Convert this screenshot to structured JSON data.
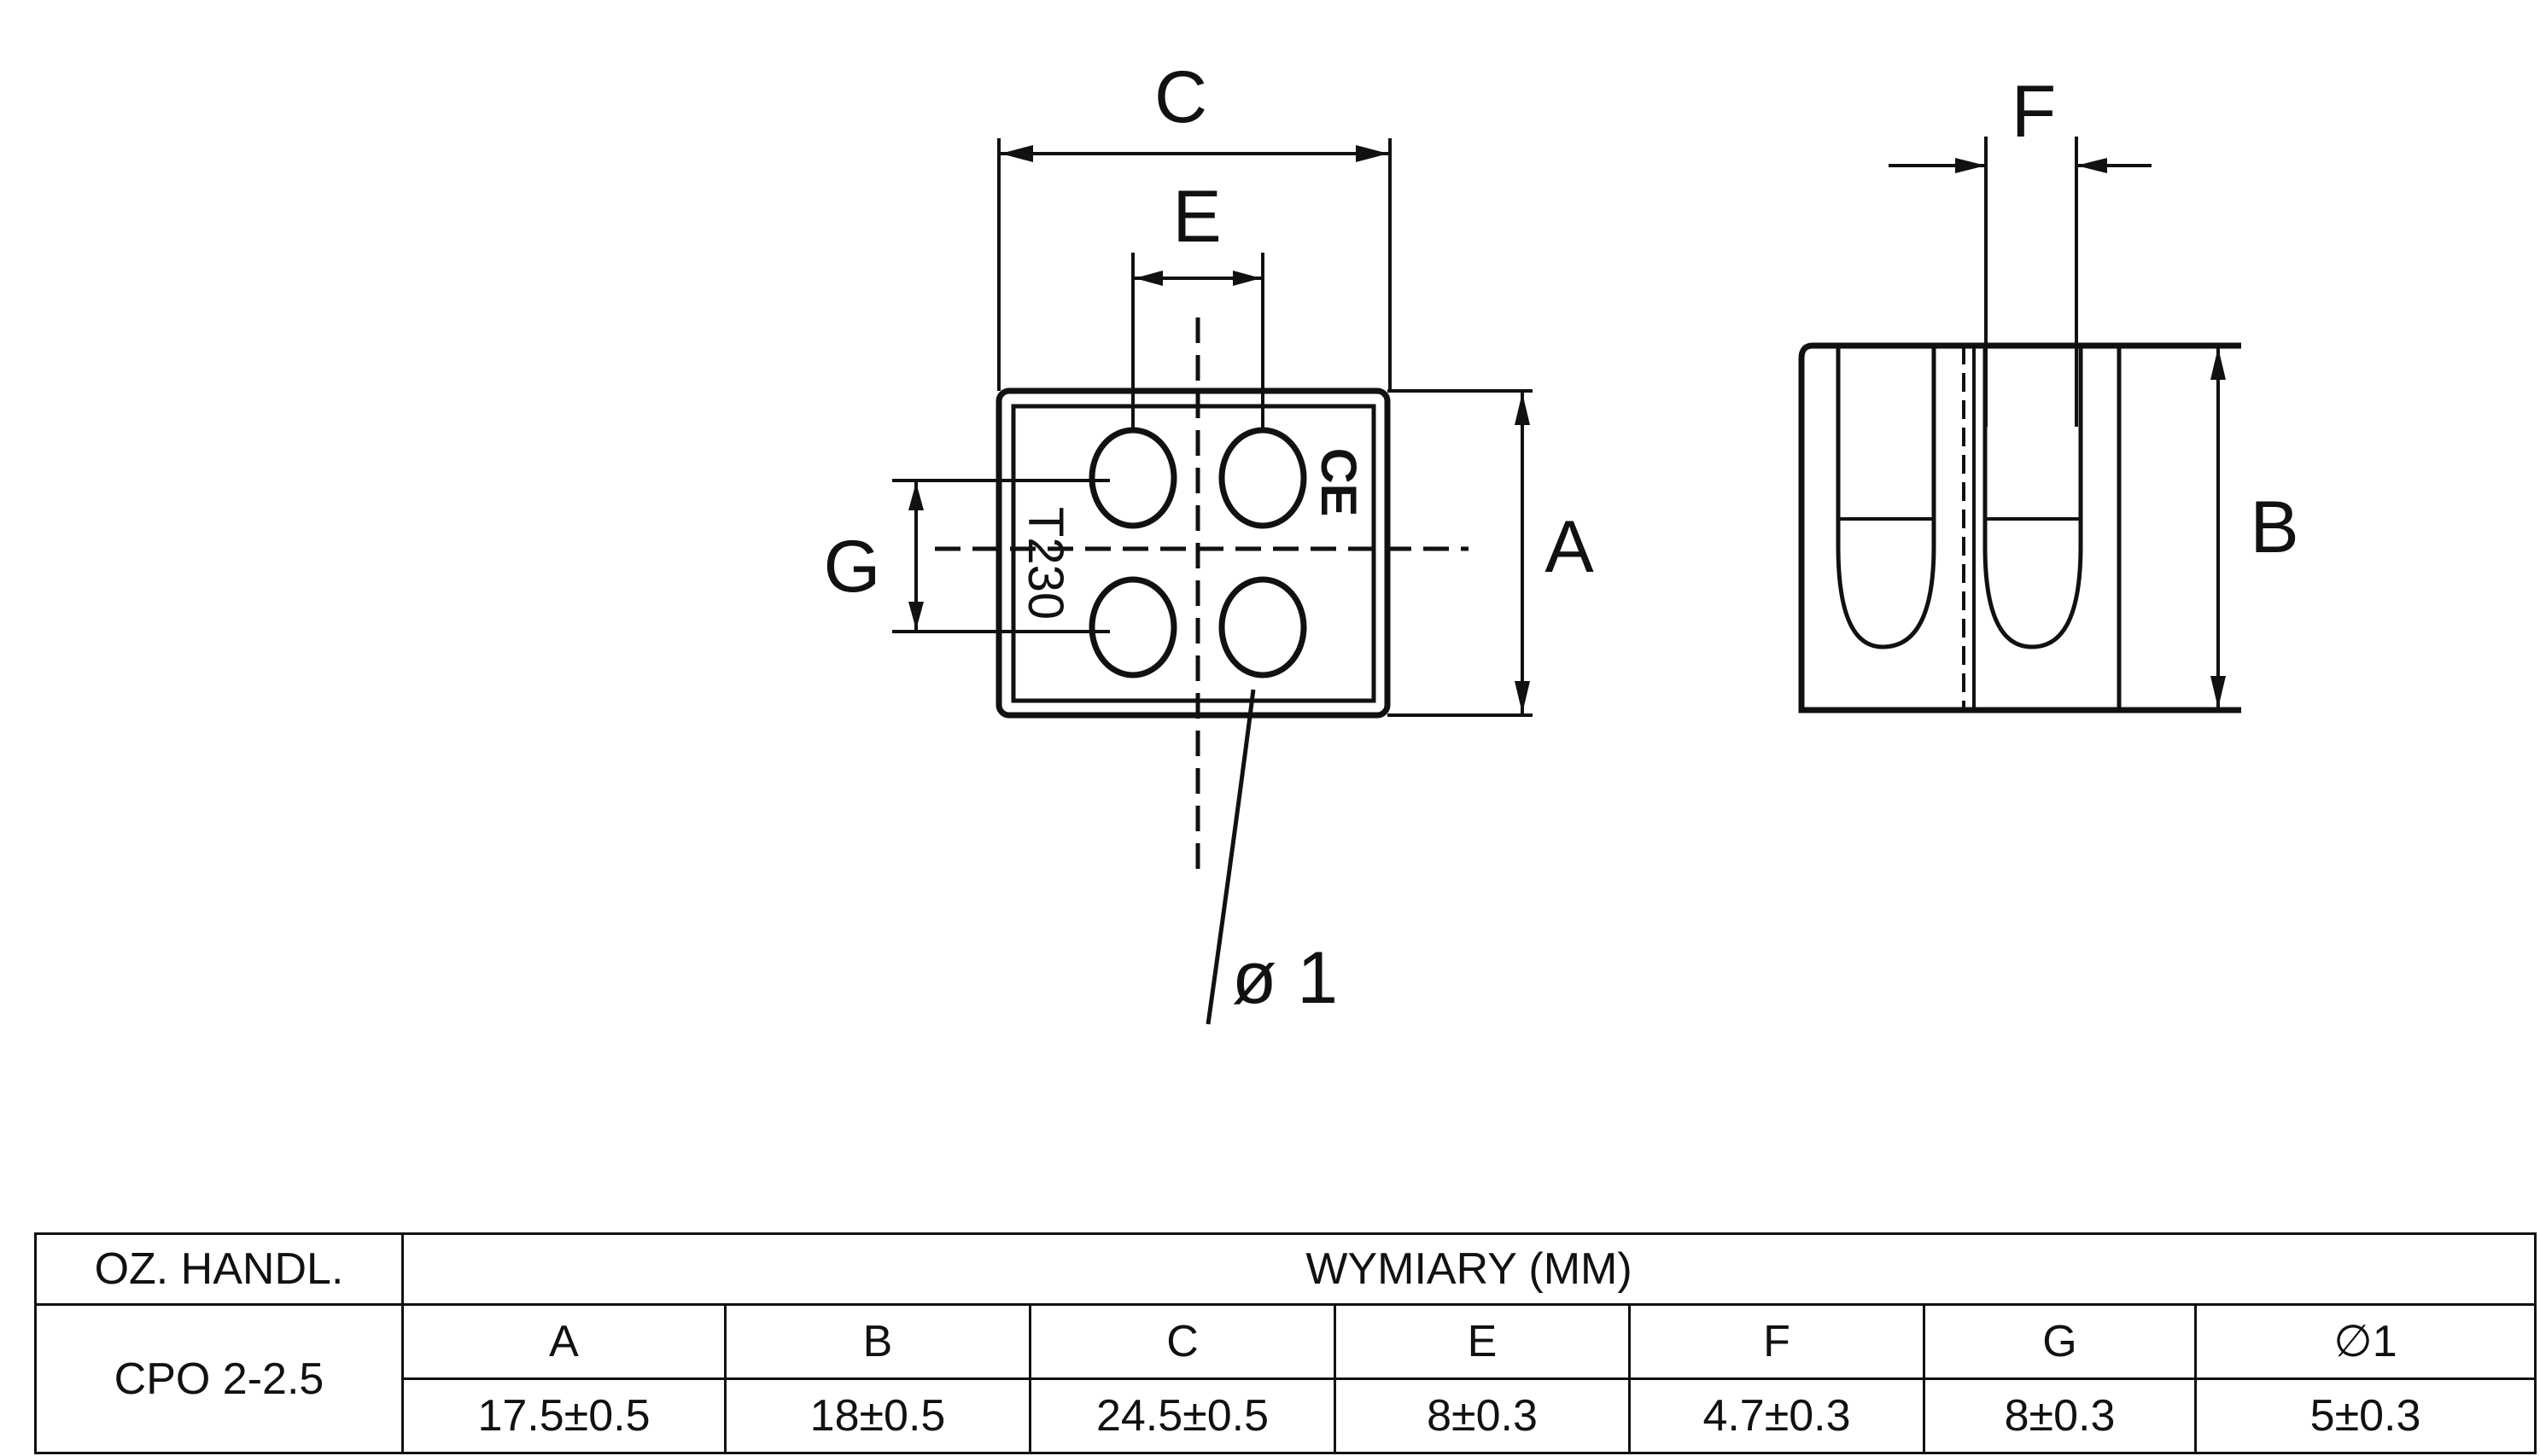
{
  "drawing": {
    "labels": {
      "c": "C",
      "e": "E",
      "g": "G",
      "a": "A",
      "f": "F",
      "b": "B",
      "d1": "ø 1",
      "marking": "T230",
      "ce": "CE"
    }
  },
  "table": {
    "header_left": "OZ. HANDL.",
    "header_right": "WYMIARY (MM)",
    "product": "CPO 2-2.5",
    "columns": [
      "A",
      "B",
      "C",
      "E",
      "F",
      "G",
      "∅1"
    ],
    "values": [
      "17.5±0.5",
      "18±0.5",
      "24.5±0.5",
      "8±0.3",
      "4.7±0.3",
      "8±0.3",
      "5±0.3"
    ]
  }
}
